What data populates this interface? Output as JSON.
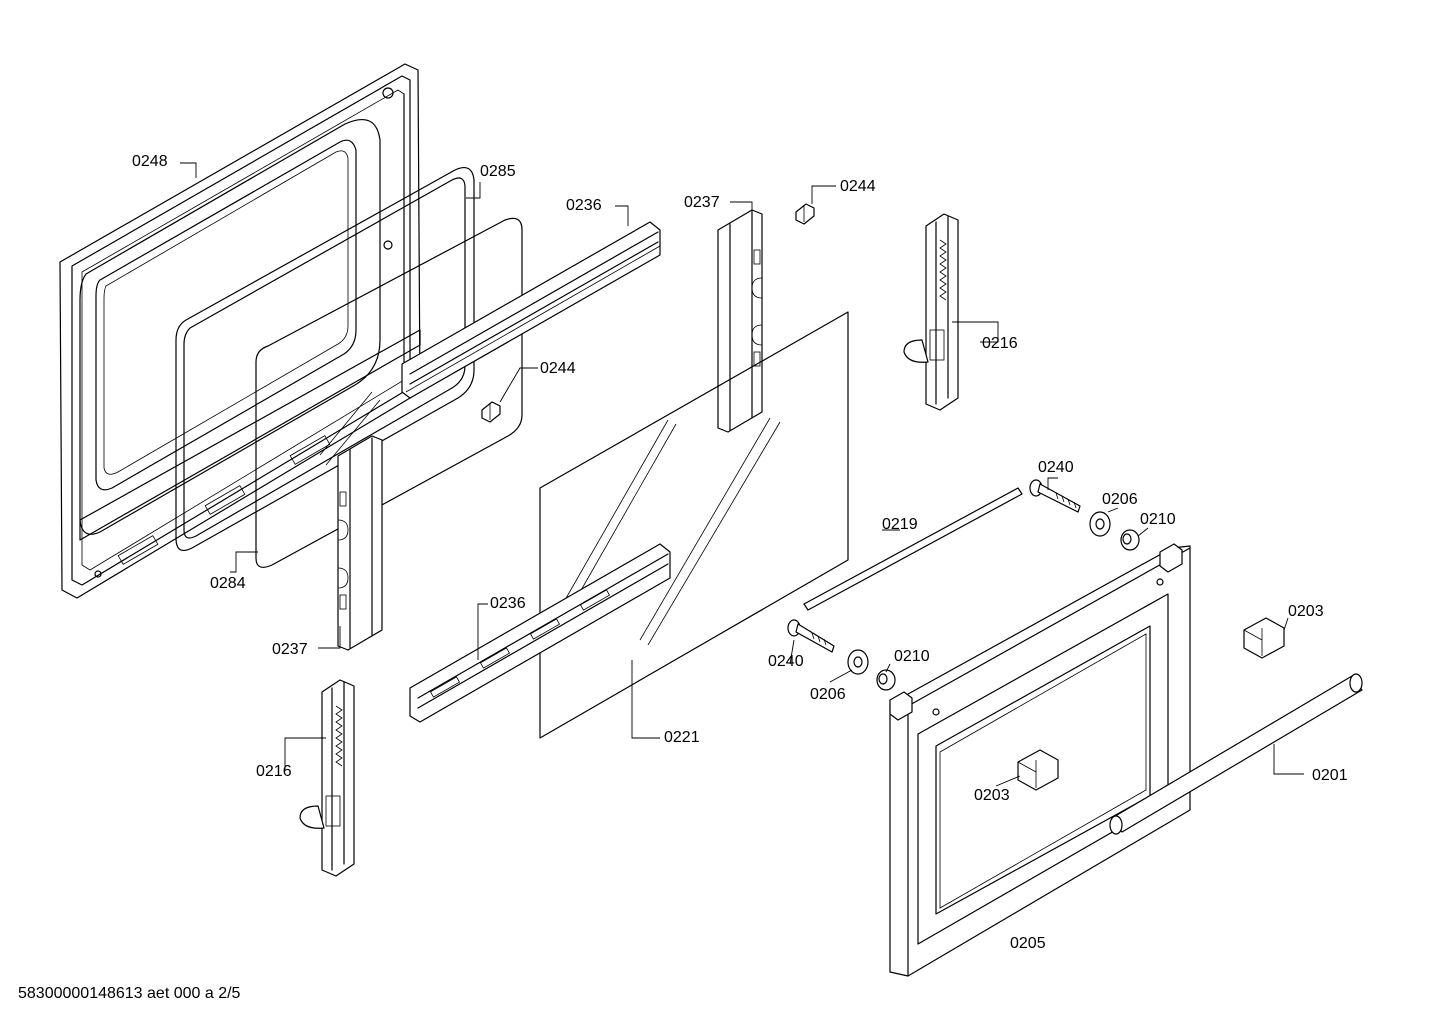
{
  "labels": {
    "l0248": "0248",
    "l0285": "0285",
    "l0236_top": "0236",
    "l0237_top": "0237",
    "l0244_top": "0244",
    "l0216_right": "0216",
    "l0244_mid": "0244",
    "l0284": "0284",
    "l0237_bottom": "0237",
    "l0236_bottom": "0236",
    "l0221": "0221",
    "l0216_left": "0216",
    "l0240_top": "0240",
    "l0206_top": "0206",
    "l0210_top": "0210",
    "l0219": "0219",
    "l0203_right": "0203",
    "l0240_bottom": "0240",
    "l0210_bottom": "0210",
    "l0206_bottom": "0206",
    "l0201": "0201",
    "l0203_center": "0203",
    "l0205": "0205"
  },
  "footer": {
    "doc_ref": "58300000148613 aet 000 a 2/5"
  }
}
